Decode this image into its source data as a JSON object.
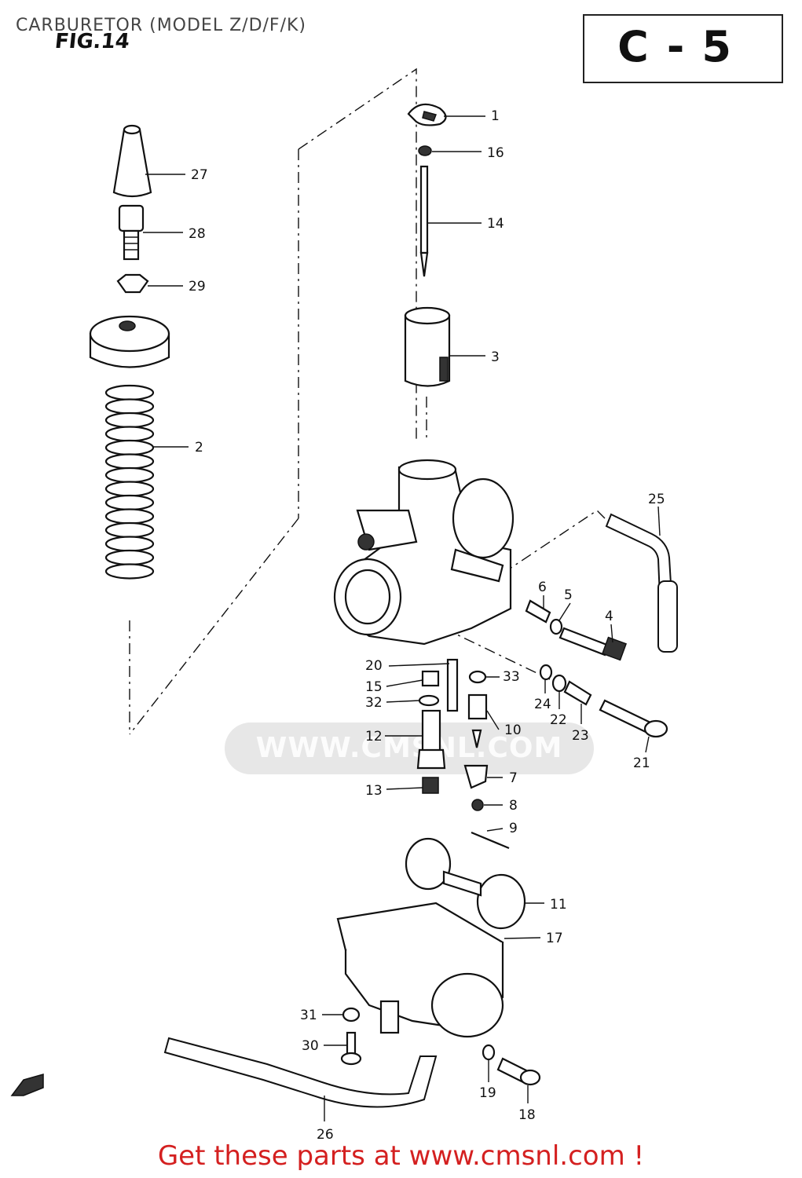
{
  "page": {
    "title": "CARBURETOR (MODEL Z/D/F/K)",
    "figure_label": "FIG.14",
    "page_code": "C-5",
    "watermark": "WWW.CMSNL.COM",
    "footer": "Get these parts at www.cmsnl.com !"
  },
  "callouts": [
    {
      "id": "c1",
      "number": "1"
    },
    {
      "id": "c16",
      "number": "16"
    },
    {
      "id": "c14",
      "number": "14"
    },
    {
      "id": "c27",
      "number": "27"
    },
    {
      "id": "c28",
      "number": "28"
    },
    {
      "id": "c29",
      "number": "29"
    },
    {
      "id": "c3",
      "number": "3"
    },
    {
      "id": "c2",
      "number": "2"
    },
    {
      "id": "c25",
      "number": "25"
    },
    {
      "id": "c6",
      "number": "6"
    },
    {
      "id": "c5",
      "number": "5"
    },
    {
      "id": "c4",
      "number": "4"
    },
    {
      "id": "c20",
      "number": "20"
    },
    {
      "id": "c15",
      "number": "15"
    },
    {
      "id": "c32",
      "number": "32"
    },
    {
      "id": "c33",
      "number": "33"
    },
    {
      "id": "c24",
      "number": "24"
    },
    {
      "id": "c22",
      "number": "22"
    },
    {
      "id": "c23",
      "number": "23"
    },
    {
      "id": "c12",
      "number": "12"
    },
    {
      "id": "c10",
      "number": "10"
    },
    {
      "id": "c21",
      "number": "21"
    },
    {
      "id": "c7",
      "number": "7"
    },
    {
      "id": "c13",
      "number": "13"
    },
    {
      "id": "c8",
      "number": "8"
    },
    {
      "id": "c9",
      "number": "9"
    },
    {
      "id": "c11",
      "number": "11"
    },
    {
      "id": "c17",
      "number": "17"
    },
    {
      "id": "c31",
      "number": "31"
    },
    {
      "id": "c30",
      "number": "30"
    },
    {
      "id": "c19",
      "number": "19"
    },
    {
      "id": "c18",
      "number": "18"
    },
    {
      "id": "c26",
      "number": "26"
    }
  ]
}
